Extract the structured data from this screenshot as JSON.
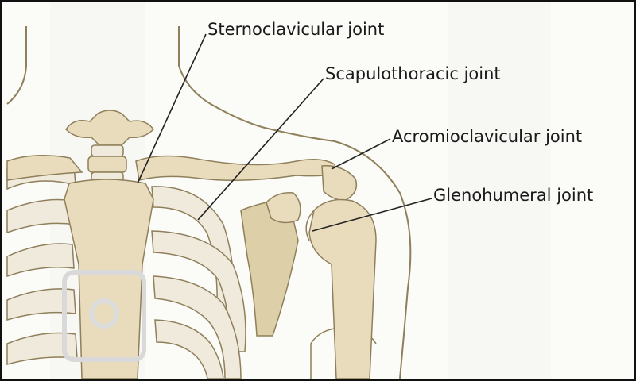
{
  "diagram": {
    "labels": [
      "Sternoclavicular joint",
      "Scapulothoracic joint",
      "Acromioclavicular joint",
      "Glenohumeral joint"
    ]
  },
  "colors": {
    "background": "#fbfbf8",
    "bone": "#e8dcbd",
    "bone_shadow": "#cfbf95",
    "outline": "#8f7f5a",
    "cartilage": "#efeadc",
    "leader_line": "#222222",
    "frame": "#111111"
  }
}
